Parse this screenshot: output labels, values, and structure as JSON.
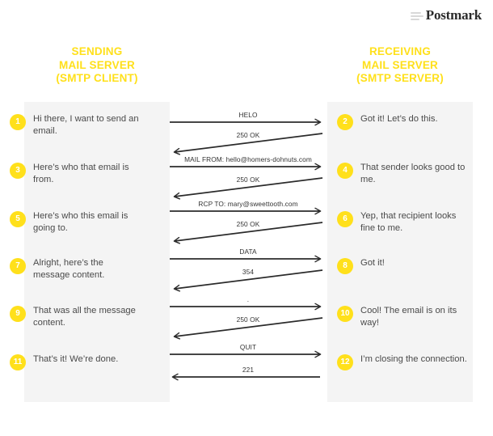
{
  "brand": {
    "name": "Postmark",
    "logo_icon": "postmark-lines-icon"
  },
  "headers": {
    "left": {
      "line1": "SENDING",
      "line2": "MAIL SERVER",
      "line3": "(SMTP CLIENT)"
    },
    "right": {
      "line1": "RECEIVING",
      "line2": "MAIL SERVER",
      "line3": "(SMTP SERVER)"
    }
  },
  "colors": {
    "accent": "#ffe01b",
    "panel_bg": "#f4f4f4",
    "text": "#4a4a4a",
    "page_bg": "#ffffff"
  },
  "client_steps": [
    {
      "number": "1",
      "text": "Hi there, I want to send an email."
    },
    {
      "number": "3",
      "text": "Here’s who that email is from."
    },
    {
      "number": "5",
      "text": "Here’s who this email is going to."
    },
    {
      "number": "7",
      "text": "Alright, here’s the message content."
    },
    {
      "number": "9",
      "text": "That was all the message content."
    },
    {
      "number": "11",
      "text": "That’s it! We’re done."
    }
  ],
  "server_steps": [
    {
      "number": "2",
      "text": "Got it! Let’s do this."
    },
    {
      "number": "4",
      "text": "That sender looks good to me."
    },
    {
      "number": "6",
      "text": "Yep, that recipient looks fine to me."
    },
    {
      "number": "8",
      "text": "Got it!"
    },
    {
      "number": "10",
      "text": "Cool! The email is on its way!"
    },
    {
      "number": "12",
      "text": "I’m closing the connection."
    }
  ],
  "messages": [
    {
      "label": "HELO",
      "direction": "right"
    },
    {
      "label": "250 OK",
      "direction": "left"
    },
    {
      "label": "MAIL FROM: hello@homers-dohnuts.com",
      "direction": "right"
    },
    {
      "label": "250 OK",
      "direction": "left"
    },
    {
      "label": "RCP TO: mary@sweettooth.com",
      "direction": "right"
    },
    {
      "label": "250 OK",
      "direction": "left"
    },
    {
      "label": "DATA",
      "direction": "right"
    },
    {
      "label": "354",
      "direction": "left"
    },
    {
      "label": ".",
      "direction": "right"
    },
    {
      "label": "250 OK",
      "direction": "left"
    },
    {
      "label": "QUIT",
      "direction": "right"
    },
    {
      "label": "221",
      "direction": "left"
    }
  ]
}
